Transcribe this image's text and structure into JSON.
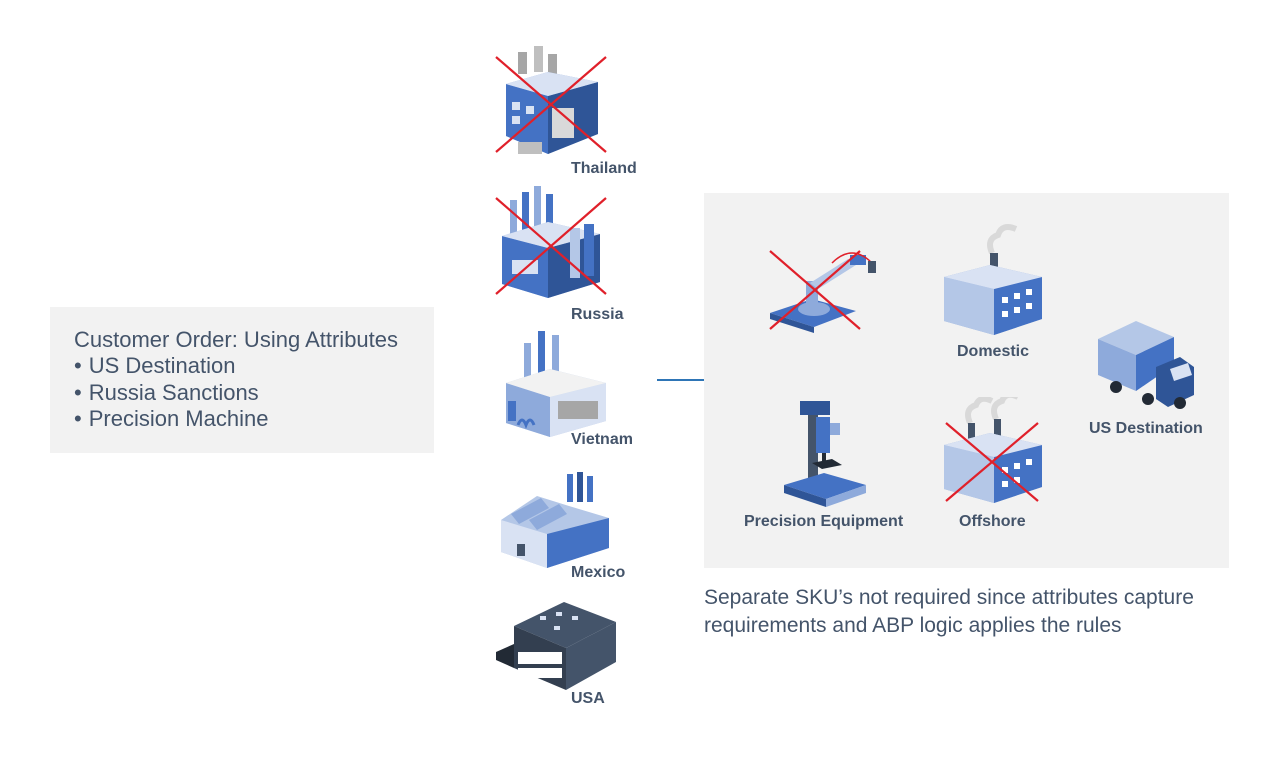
{
  "order": {
    "title": "Customer Order: Using Attributes",
    "items": [
      "US Destination",
      "Russia Sanctions",
      "Precision Machine"
    ]
  },
  "factories": [
    {
      "label": "Thailand",
      "icon": "factory-icon",
      "excluded": true
    },
    {
      "label": "Russia",
      "icon": "factory-icon",
      "excluded": true
    },
    {
      "label": "Vietnam",
      "icon": "factory-icon",
      "excluded": false
    },
    {
      "label": "Mexico",
      "icon": "factory-icon",
      "excluded": false
    },
    {
      "label": "USA",
      "icon": "factory-icon",
      "excluded": false
    }
  ],
  "panel": {
    "robot": {
      "icon": "robot-arm-icon",
      "excluded": true
    },
    "domestic": {
      "label": "Domestic",
      "icon": "factory-icon",
      "excluded": false
    },
    "us_destination": {
      "label": "US Destination",
      "icon": "truck-icon",
      "excluded": false
    },
    "precision": {
      "label": "Precision Equipment",
      "icon": "drill-press-icon",
      "excluded": false
    },
    "offshore": {
      "label": "Offshore",
      "icon": "factory-icon",
      "excluded": true
    }
  },
  "note": "Separate SKU’s not required since attributes capture requirements and ABP logic applies the rules",
  "colors": {
    "text": "#44546a",
    "panel_bg": "#f2f2f2",
    "arrow": "#2e75b6",
    "cross": "#e0202a",
    "icon_blue": "#4472c4"
  }
}
